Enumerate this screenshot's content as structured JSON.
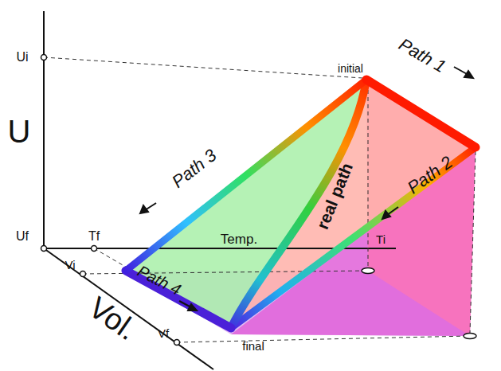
{
  "diagram": {
    "labels": [
      "Ui",
      "U",
      "Uf",
      "Tf",
      "Temp.",
      "Ti",
      "Vi",
      "Vol.",
      "Vf",
      "initial",
      "Path 1",
      "Path 2",
      "Path 3",
      "Path 4",
      "real path",
      "final"
    ]
  }
}
